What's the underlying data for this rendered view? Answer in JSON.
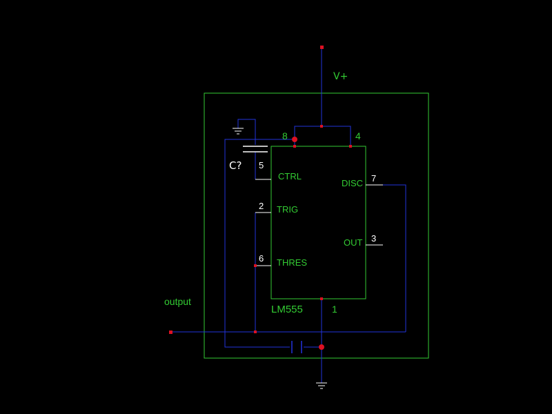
{
  "colors": {
    "background": "#000000",
    "outline": "#33cc33",
    "wire": "#2233dd",
    "pin_lead": "#ffffff",
    "node": "#dd1122"
  },
  "labels": {
    "supply": "V+",
    "output": "output",
    "chip": "LM555",
    "capacitor": "C?"
  },
  "pins": {
    "vcc_num": "8",
    "reset_num": "4",
    "ctrl_num": "5",
    "ctrl_label": "CTRL",
    "trig_num": "2",
    "trig_label": "TRIG",
    "thres_num": "6",
    "thres_label": "THRES",
    "disc_num": "7",
    "disc_label": "DISC",
    "out_num": "3",
    "out_label": "OUT",
    "gnd_num": "1"
  },
  "icons": {
    "ground": "ground-icon",
    "capacitor": "capacitor-icon"
  }
}
